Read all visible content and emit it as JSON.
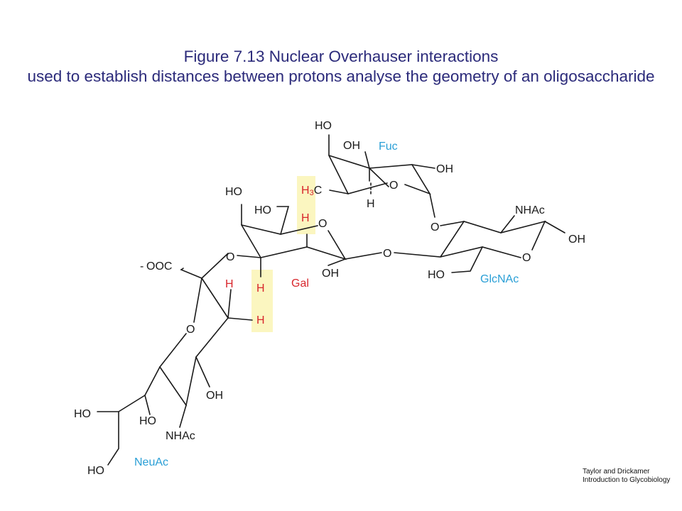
{
  "figure": {
    "title_line1": "Figure 7.13 Nuclear Overhauser interactions",
    "title_line2": "used to establish distances between protons analyse the geometry of an oligosaccharide"
  },
  "residues": {
    "fuc": "Fuc",
    "gal": "Gal",
    "glcnac": "GlcNAc",
    "neuac": "NeuAc"
  },
  "atoms": {
    "ho": "HO",
    "oh": "OH",
    "o": "O",
    "h": "H",
    "nhac": "NHAc",
    "h3c_h": "H",
    "h3c_sub": "3",
    "h3c_c": "C",
    "carboxylate_charge": "-",
    "carboxylate": "OOC"
  },
  "colors": {
    "title": "#2b2a7a",
    "residue_label": "#2a9fd6",
    "noe_proton": "#d8262c",
    "noe_highlight": "#fbf6c0",
    "bond": "#1a1a1a"
  },
  "credit": {
    "line1": "Taylor and Drickamer",
    "line2": "Introduction to Glycobiology"
  }
}
